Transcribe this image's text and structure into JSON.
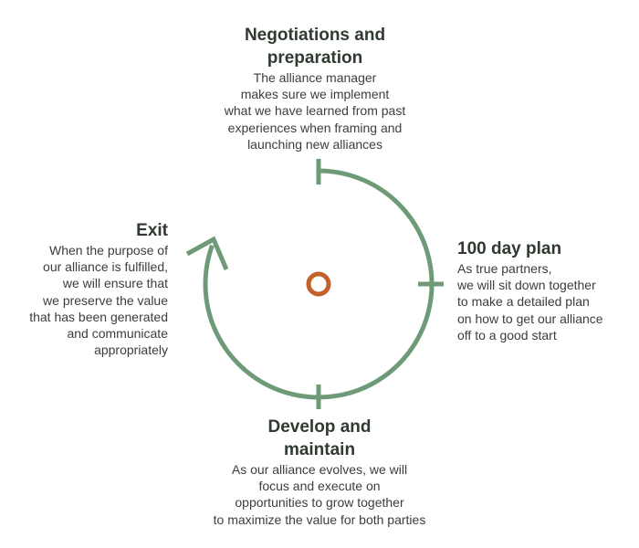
{
  "colors": {
    "cycle": "#6f9a78",
    "center": "#c0622a",
    "text": "#2f3a30"
  },
  "stages": {
    "top": {
      "title": [
        "Negotiations and",
        "preparation"
      ],
      "body": [
        "The alliance manager",
        "makes sure we implement",
        "what we have learned from past",
        "experiences when framing and",
        "launching new alliances"
      ]
    },
    "right": {
      "title": [
        "100 day plan"
      ],
      "body": [
        "As true partners,",
        "we will sit down together",
        "to make a detailed plan",
        "on how to get our alliance",
        "off to a good start"
      ]
    },
    "bottom": {
      "title": [
        "Develop and",
        "maintain"
      ],
      "body": [
        "As our alliance evolves, we will",
        "focus and execute on",
        "opportunities to grow together",
        "to maximize the value for both parties"
      ]
    },
    "left": {
      "title": [
        "Exit"
      ],
      "body": [
        "When the purpose of",
        "our alliance is fulfilled,",
        "we will ensure that",
        "we preserve the value",
        "that has been generated",
        "and communicate",
        "appropriately"
      ]
    }
  }
}
